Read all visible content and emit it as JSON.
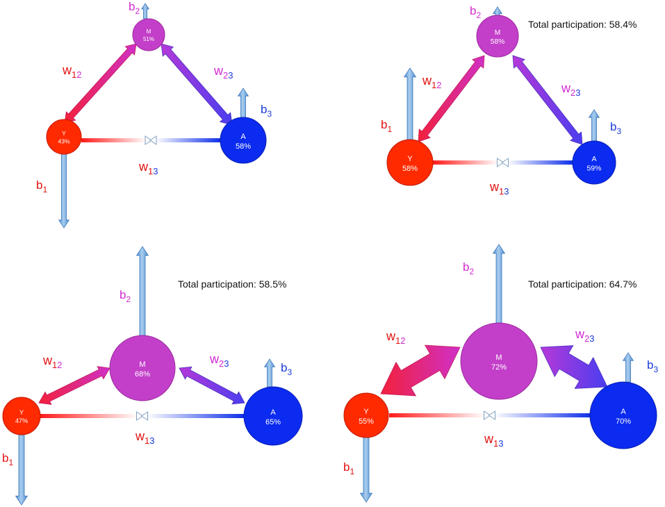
{
  "colors": {
    "Y": "#ff2a00",
    "M": "#c33fc9",
    "A": "#0b2bf0",
    "b_arrow": "#6fa8dc",
    "red_label": "#e01010",
    "magenta_label": "#d22ad2",
    "blue_label": "#1a3ad8"
  },
  "panels": [
    {
      "id": "top-left",
      "total_text": "",
      "nodes": {
        "Y": {
          "label": "Y",
          "value": "43%"
        },
        "M": {
          "label": "M",
          "value": "51%"
        },
        "A": {
          "label": "A",
          "value": "58%"
        }
      },
      "labels": {
        "b1": {
          "base": "b",
          "sub": "1"
        },
        "b2": {
          "base": "b",
          "sub": "2"
        },
        "b3": {
          "base": "b",
          "sub": "3"
        },
        "w12": {
          "base": "w",
          "sub1": "1",
          "sub2": "2"
        },
        "w23": {
          "base": "w",
          "sub1": "2",
          "sub2": "3"
        },
        "w13": {
          "base": "w",
          "sub1": "1",
          "sub2": "3"
        }
      }
    },
    {
      "id": "top-right",
      "total_text": "Total participation: 58.4%",
      "nodes": {
        "Y": {
          "label": "Y",
          "value": "58%"
        },
        "M": {
          "label": "M",
          "value": "58%"
        },
        "A": {
          "label": "A",
          "value": "59%"
        }
      },
      "labels": {
        "b1": {
          "base": "b",
          "sub": "1"
        },
        "b2": {
          "base": "b",
          "sub": "2"
        },
        "b3": {
          "base": "b",
          "sub": "3"
        },
        "w12": {
          "base": "w",
          "sub1": "1",
          "sub2": "2"
        },
        "w23": {
          "base": "w",
          "sub1": "2",
          "sub2": "3"
        },
        "w13": {
          "base": "w",
          "sub1": "1",
          "sub2": "3"
        }
      }
    },
    {
      "id": "bottom-left",
      "total_text": "Total participation: 58.5%",
      "nodes": {
        "Y": {
          "label": "Y",
          "value": "47%"
        },
        "M": {
          "label": "M",
          "value": "68%"
        },
        "A": {
          "label": "A",
          "value": "65%"
        }
      },
      "labels": {
        "b1": {
          "base": "b",
          "sub": "1"
        },
        "b2": {
          "base": "b",
          "sub": "2"
        },
        "b3": {
          "base": "b",
          "sub": "3"
        },
        "w12": {
          "base": "w",
          "sub1": "1",
          "sub2": "2"
        },
        "w23": {
          "base": "w",
          "sub1": "2",
          "sub2": "3"
        },
        "w13": {
          "base": "w",
          "sub1": "1",
          "sub2": "3"
        }
      }
    },
    {
      "id": "bottom-right",
      "total_text": "Total participation: 64.7%",
      "nodes": {
        "Y": {
          "label": "Y",
          "value": "55%"
        },
        "M": {
          "label": "M",
          "value": "72%"
        },
        "A": {
          "label": "A",
          "value": "70%"
        }
      },
      "labels": {
        "b1": {
          "base": "b",
          "sub": "1"
        },
        "b2": {
          "base": "b",
          "sub": "2"
        },
        "b3": {
          "base": "b",
          "sub": "3"
        },
        "w12": {
          "base": "w",
          "sub1": "1",
          "sub2": "2"
        },
        "w23": {
          "base": "w",
          "sub1": "2",
          "sub2": "3"
        },
        "w13": {
          "base": "w",
          "sub1": "1",
          "sub2": "3"
        }
      }
    }
  ]
}
